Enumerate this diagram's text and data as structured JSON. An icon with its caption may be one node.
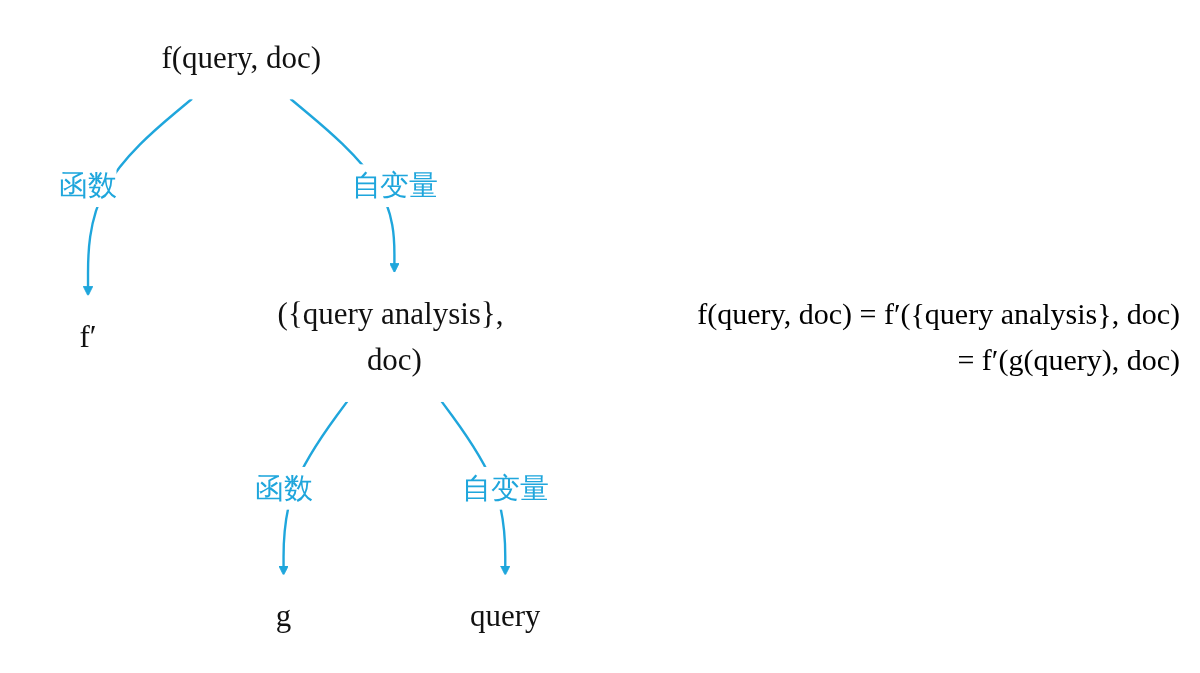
{
  "diagram": {
    "nodes": [
      {
        "text": [
          "f(query, doc)"
        ]
      },
      {
        "text": [
          "f′"
        ]
      },
      {
        "text": [
          "({query analysis}, doc)"
        ]
      },
      {
        "text": [
          "g"
        ]
      },
      {
        "text": [
          "query"
        ]
      }
    ],
    "edges": [
      {
        "from": 0,
        "to": 1,
        "arrow": "to",
        "label": "函数"
      },
      {
        "from": 0,
        "to": 2,
        "arrow": "to",
        "label": "自变量"
      },
      {
        "from": 2,
        "to": 3,
        "arrow": "to",
        "label": "函数"
      },
      {
        "from": 2,
        "to": 4,
        "arrow": "to",
        "label": "自变量"
      }
    ],
    "labels": [
      "f(query, doc) = f′({query analysis}, doc)",
      "= f′(g(query), doc)"
    ]
  }
}
